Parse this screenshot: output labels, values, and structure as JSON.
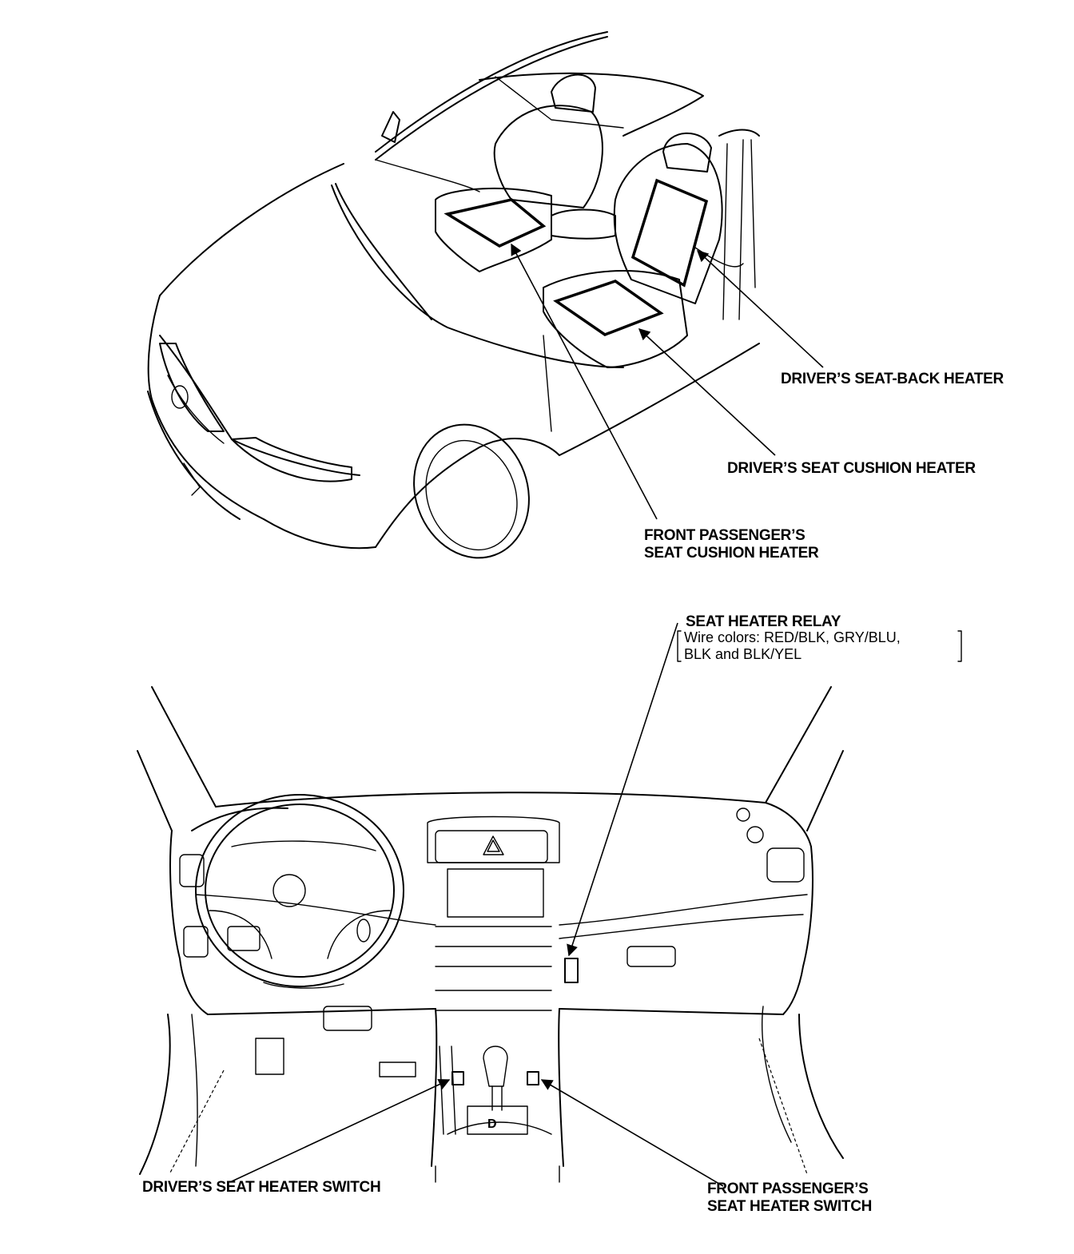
{
  "callouts": {
    "seat_back_heater": "DRIVER’S SEAT-BACK HEATER",
    "seat_cushion_heater": "DRIVER’S SEAT CUSHION HEATER",
    "passenger_cushion_heater": [
      "FRONT PASSENGER’S",
      "SEAT CUSHION HEATER"
    ],
    "relay": {
      "title": "SEAT HEATER RELAY",
      "wire_colors": [
        "Wire colors: RED/BLK, GRY/BLU,",
        "BLK and BLK/YEL"
      ]
    },
    "driver_switch": "DRIVER’S SEAT HEATER SWITCH",
    "passenger_switch": [
      "FRONT PASSENGER’S",
      "SEAT HEATER SWITCH"
    ]
  },
  "icons": {
    "dashboard_warning": "hazard-triangle-icon"
  }
}
